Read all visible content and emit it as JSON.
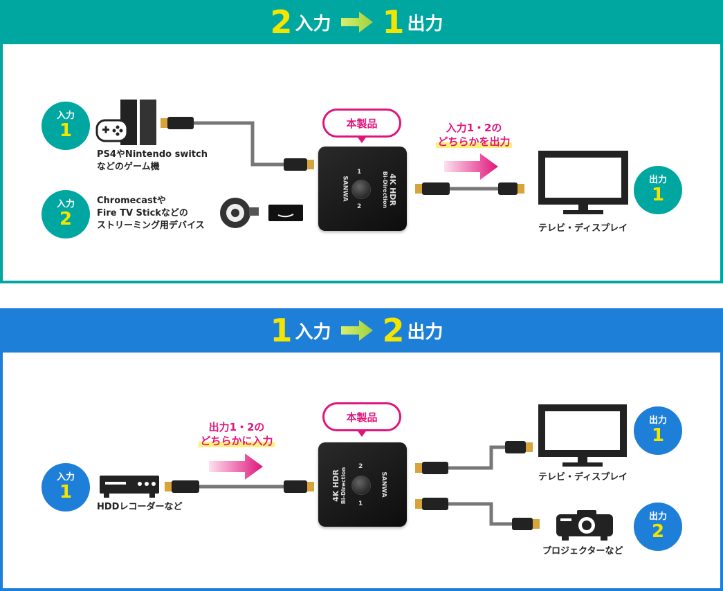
{
  "section1": {
    "header": {
      "in_num": "2",
      "in_word": "入力",
      "out_num": "1",
      "out_word": "出力"
    },
    "input1": {
      "circle_text": "入力",
      "circle_num": "1",
      "label_line1": "PS4やNintendo switch",
      "label_line2": "などのゲーム機"
    },
    "input2": {
      "circle_text": "入力",
      "circle_num": "2",
      "label_line1": "Chromecastや",
      "label_line2": "Fire TV Stickなどの",
      "label_line3": "ストリーミング用デバイス"
    },
    "product_bubble": "本製品",
    "callout_line1": "入力1・2の",
    "callout_line2": "どちらかを出力",
    "output1": {
      "circle_text": "出力",
      "circle_num": "1",
      "label": "テレビ・ディスプレイ"
    },
    "device_text": {
      "brand": "SANWA",
      "hdr": "4K HDR",
      "bidir": "Bi-Direction",
      "port1": "1",
      "port2": "2"
    }
  },
  "section2": {
    "header": {
      "in_num": "1",
      "in_word": "入力",
      "out_num": "2",
      "out_word": "出力"
    },
    "input1": {
      "circle_text": "入力",
      "circle_num": "1",
      "label": "HDDレコーダーなど"
    },
    "product_bubble": "本製品",
    "callout_line1": "出力1・2の",
    "callout_line2": "どちらかに入力",
    "output1": {
      "circle_text": "出力",
      "circle_num": "1",
      "label": "テレビ・ディスプレイ"
    },
    "output2": {
      "circle_text": "出力",
      "circle_num": "2",
      "label": "プロジェクターなど"
    },
    "device_text": {
      "brand": "SANWA",
      "hdr": "4K HDR",
      "bidir": "Bi-Direction",
      "port1": "1",
      "port2": "2"
    }
  },
  "colors": {
    "teal": "#00a6a0",
    "blue": "#1e7fd8",
    "yellow": "#f2e600",
    "pink": "#e0157c"
  }
}
